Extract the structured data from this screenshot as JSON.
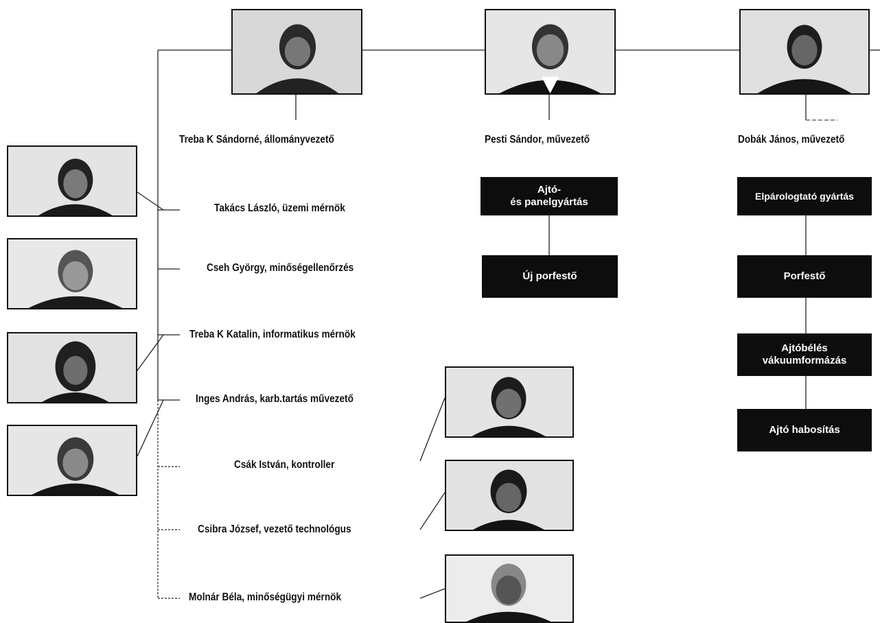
{
  "people": {
    "p_sandorne": "Treba K Sándorné, állományvezető",
    "p_pesti": "Pesti Sándor, művezető",
    "p_dobak": "Dobák János, művezető",
    "p_takacs": "Takács László, üzemi mérnök",
    "p_cseh": "Cseh György, minőségellenőrzés",
    "p_katalin": "Treba K Katalin, informatikus mérnök",
    "p_inges": "Inges András, karb.tartás művezető",
    "p_csak": "Csák István, kontroller",
    "p_csibra": "Csibra József, vezető technológus",
    "p_molnar": "Molnár Béla, minőségügyi mérnök"
  },
  "boxes": {
    "b_ajto_l1": "Ajtó-",
    "b_ajto_l2": "és panelgyártás",
    "b_ujporfesto": "Új porfestő",
    "b_elparologtato": "Elpárologtató gyártás",
    "b_porfesto": "Porfestő",
    "b_ajtobeles_l1": "Ajtóbélés",
    "b_ajtobeles_l2": "vákuumformázás",
    "b_habositas": "Ajtó habosítás"
  }
}
